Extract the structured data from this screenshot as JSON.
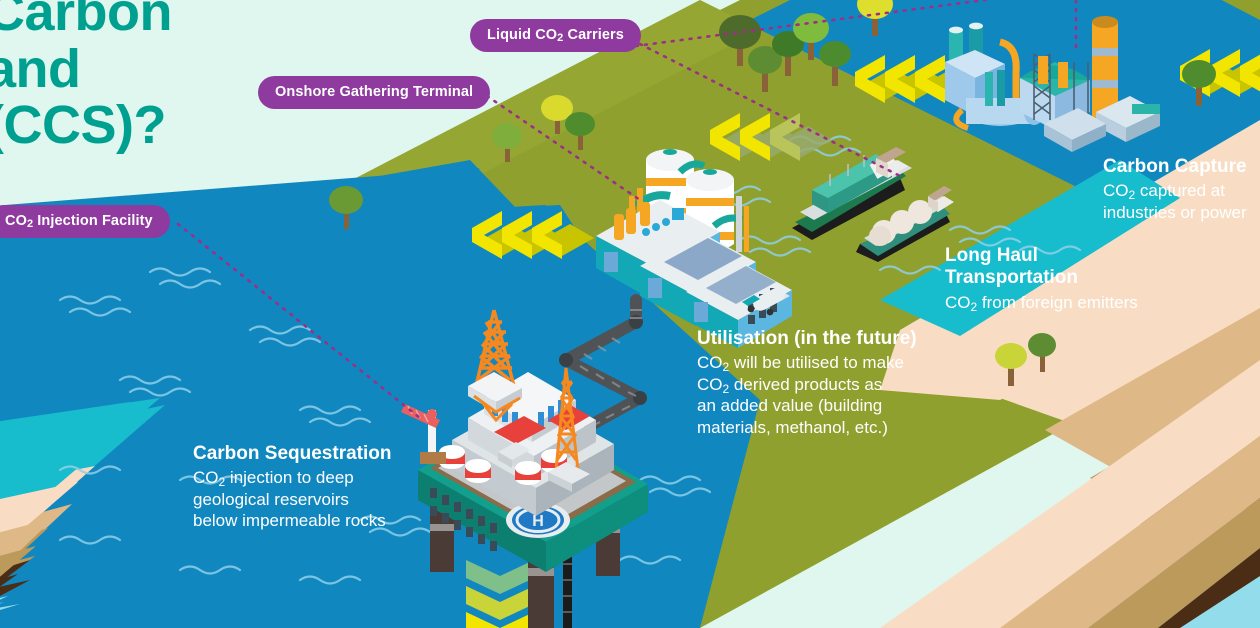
{
  "meta": {
    "diagram_type": "isometric-infographic",
    "subject": "Carbon Capture and Storage (CCS) process"
  },
  "palette": {
    "background_mint": "#dff7ee",
    "title_teal": "#00a090",
    "pill_purple": "#8e3a9e",
    "land_olive": "#8fa02e",
    "land_olive_dark": "#7d8d28",
    "water_blue": "#1187c0",
    "water_blue_deep": "#0f7fb4",
    "water_shallow_teal": "#17bccd",
    "chevron_yellow": "#f2e600",
    "chevron_yellow_shade": "#c9c400",
    "strata_cream": "#f8ddc4",
    "strata_tan": "#deb887",
    "strata_ochre": "#bc9a5c",
    "strata_brown": "#4b2d16",
    "strata_aquifer": "#93dcec",
    "platform_teal": "#12a08d",
    "derrick_orange": "#f5881f",
    "pipeline_grey": "#4f5356",
    "crane_red": "#e8605f"
  },
  "title": {
    "text": "Carbon\nand\n(CCS)?",
    "note_cropped": "Title is clipped at the left edge of the screenshot"
  },
  "pills": [
    {
      "id": "liquid-co2-carriers",
      "label_pre": "Liquid CO",
      "label_sub": "2",
      "label_post": " Carriers"
    },
    {
      "id": "onshore-gathering-terminal",
      "label_pre": "Onshore Gathering Terminal",
      "label_sub": "",
      "label_post": ""
    },
    {
      "id": "co2-injection-facility",
      "label_pre": "CO",
      "label_sub": "2",
      "label_post": " Injection Facility"
    }
  ],
  "captions": [
    {
      "id": "carbon-capture",
      "title": "Carbon Capture",
      "body_pre": "CO",
      "body_sub": "2",
      "body_post": " captured at\nindustries or power"
    },
    {
      "id": "long-haul-transportation",
      "title": "Long Haul\nTransportation",
      "body_pre": "CO",
      "body_sub": "2",
      "body_post": " from foreign emitters"
    },
    {
      "id": "utilisation",
      "title": "Utilisation (in the future)",
      "body_pre": "CO",
      "body_sub": "2",
      "body_post": " will be utilised to make",
      "body_line2_pre": "CO",
      "body_line2_sub": "2",
      "body_line2_post": " derived products as\nan added value (building\nmaterials, methanol, etc.)"
    },
    {
      "id": "carbon-sequestration",
      "title": "Carbon  Sequestration",
      "body_pre": "CO",
      "body_sub": "2",
      "body_post": " injection to deep\ngeological reservoirs\nbelow impermeable rocks"
    }
  ],
  "scene_objects": [
    {
      "name": "industrial-capture-plant",
      "desc": "refinery with teal stacks and orange distillation tower, top right on land"
    },
    {
      "name": "lng-carrier-large",
      "desc": "teal membrane tank LNG ship"
    },
    {
      "name": "lng-carrier-spherical",
      "desc": "ship with four spherical tanks"
    },
    {
      "name": "onshore-terminal-plant",
      "desc": "white storage tanks with orange bands plus teal warehouse buildings"
    },
    {
      "name": "tanker-truck",
      "desc": "small road tanker beside the terminal"
    },
    {
      "name": "co2-pipeline",
      "desc": "dark grey segmented zig-zag pipeline running from terminal to offshore platform"
    },
    {
      "name": "offshore-platform",
      "desc": "oil platform with orange derricks, helipad marked H, teal deck on brown legs"
    },
    {
      "name": "injection-well",
      "desc": "vertical black well pipe descending below the platform"
    },
    {
      "name": "trees",
      "desc": "stylised green and yellow trees along the shoreline"
    },
    {
      "name": "chevron-arrows-land",
      "desc": "yellow 3D chevrons indicating CO2 flow direction on land"
    },
    {
      "name": "chevron-arrows-water",
      "desc": "green-to-yellow chevrons pointing down into the seabed"
    },
    {
      "name": "geological-strata",
      "desc": "cutaway cream, tan, ochre, brown and aquifer blue rock layers"
    }
  ]
}
